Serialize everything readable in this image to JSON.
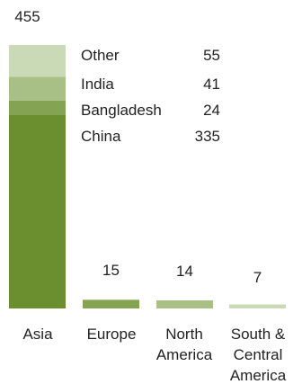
{
  "chart_data": {
    "type": "bar",
    "stacked": true,
    "categories": [
      "Asia",
      "Europe",
      "North America",
      "South & Central America"
    ],
    "category_label_lines": [
      [
        "Asia"
      ],
      [
        "Europe"
      ],
      [
        "North",
        "America"
      ],
      [
        "South &",
        "Central",
        "America"
      ]
    ],
    "totals": [
      "455",
      "15",
      "14",
      "7"
    ],
    "values": [
      455,
      15,
      14,
      7
    ],
    "asia_breakdown": [
      {
        "name": "China",
        "value": 335,
        "label": "335",
        "color": "#6b8e2f"
      },
      {
        "name": "Bangladesh",
        "value": 24,
        "label": "24",
        "color": "#85a453"
      },
      {
        "name": "India",
        "value": 41,
        "label": "41",
        "color": "#a8bf86"
      },
      {
        "name": "Other",
        "value": 55,
        "label": "55",
        "color": "#cbdab6"
      }
    ],
    "bar_colors": [
      "#6b8e2f",
      "#85a453",
      "#a8bf86",
      "#cbdab6"
    ],
    "grid": false,
    "axes_visible": false,
    "legend": "inline-right-of-asia-bar"
  }
}
